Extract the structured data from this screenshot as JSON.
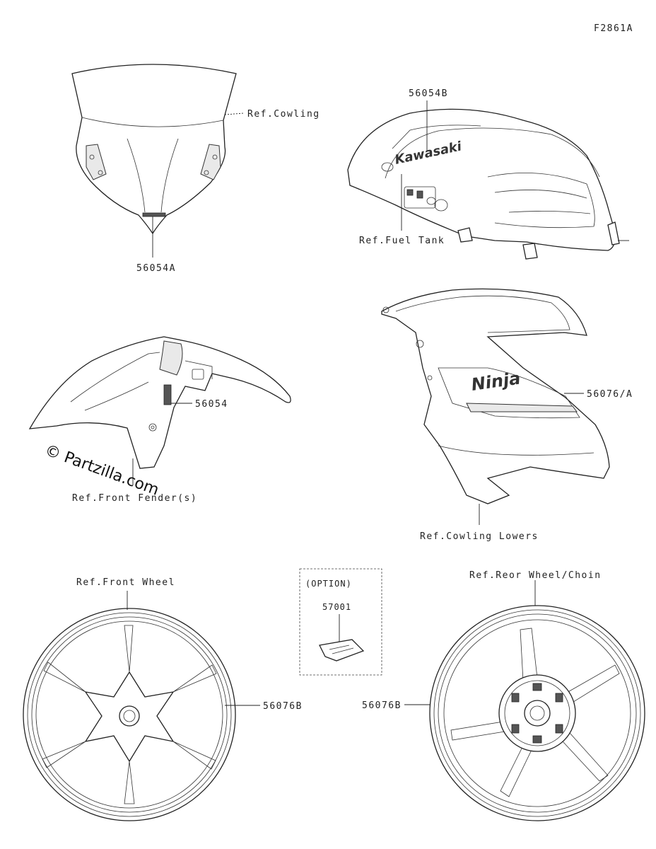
{
  "figure_id": "F2861A",
  "watermark": "© Partzilla.com",
  "labels": {
    "windshield_ref": "Ref.Cowling",
    "windshield_part": "56054A",
    "tank_part": "56054B",
    "tank_ref": "Ref.Fuel Tank",
    "tank_brand": "Kawasaki",
    "fender_part": "56054",
    "fender_ref": "Ref.Front Fender(s)",
    "cowl_part": "56076/A",
    "cowl_brand": "Ninja",
    "cowl_ref": "Ref.Cowling Lowers",
    "front_wheel_ref": "Ref.Front Wheel",
    "front_wheel_part": "56076B",
    "option_title": "(OPTION)",
    "option_part": "57001",
    "rear_wheel_ref": "Ref.Reor Wheel/Choin",
    "rear_wheel_part": "56076B"
  }
}
